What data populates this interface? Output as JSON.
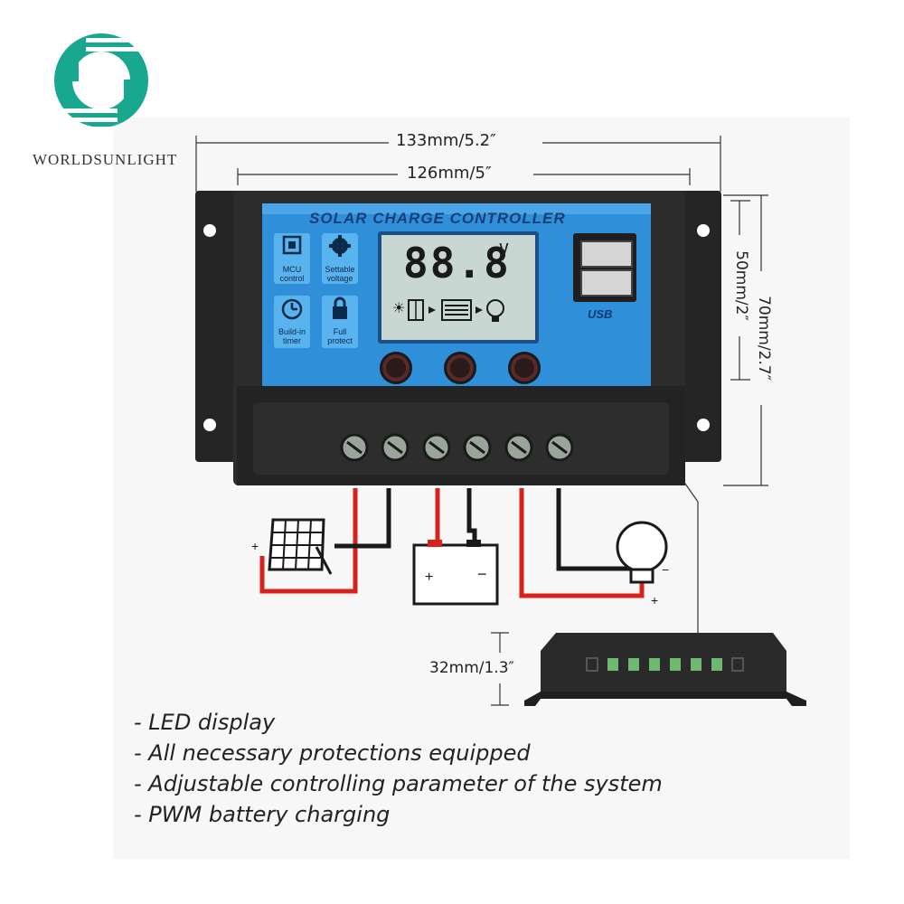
{
  "brand": {
    "name": "WORLDSUNLIGHT",
    "colors": {
      "teal": "#17a88f",
      "logo_bg": "#ffffff"
    },
    "logo_icon": "worldsunlight-logo"
  },
  "dimensions": {
    "outer_width": "133mm/5.2″",
    "inner_width": "126mm/5″",
    "panel_height": "50mm/2″",
    "total_height": "70mm/2.7″",
    "depth": "32mm/1.3″"
  },
  "controller": {
    "label": "SOLAR CHARGE CONTROLLER",
    "display_value": "88.8",
    "display_unit": "V",
    "features": [
      {
        "label": "MCU control",
        "icon": "chip-icon"
      },
      {
        "label": "Settable voltage",
        "icon": "gear-icon"
      },
      {
        "label": "Build-in timer",
        "icon": "clock-icon"
      },
      {
        "label": "Full protect",
        "icon": "lock-icon"
      }
    ],
    "usb_label": "USB",
    "colors": {
      "panel_blue": "#2f8fd8",
      "body": "#2a2a2a",
      "lcd": "#c9d7d2",
      "red_wire": "#d8231c"
    }
  },
  "features": [
    "- LED display",
    "-  All necessary protections equipped",
    "-  Adjustable controlling parameter of the system",
    "- PWM battery charging"
  ]
}
